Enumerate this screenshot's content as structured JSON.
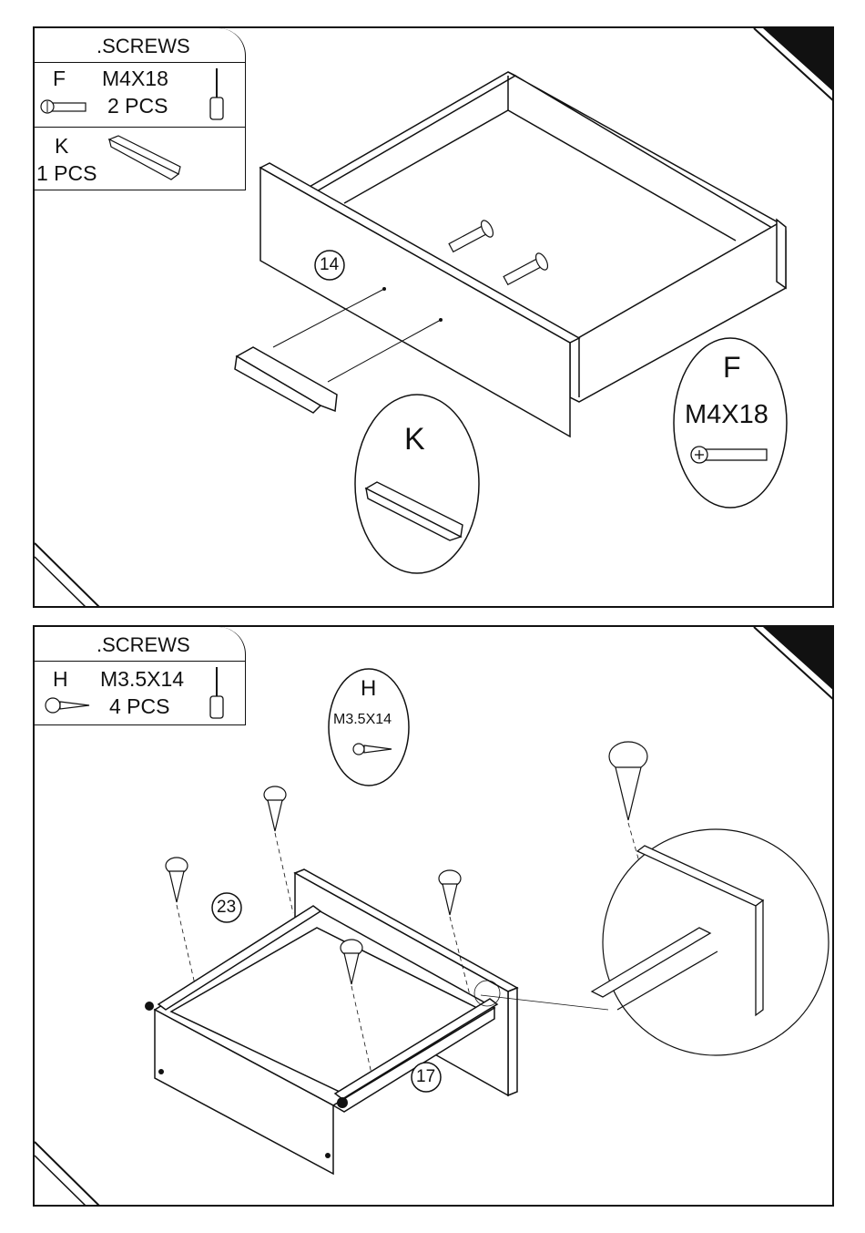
{
  "step1": {
    "parts_title": ".SCREWS",
    "screw_f": {
      "letter": "F",
      "size": "M4X18",
      "qty": "2 PCS"
    },
    "handle_k": {
      "letter": "K",
      "qty": "1 PCS"
    },
    "drawer_number": "14",
    "callout_k": {
      "letter": "K"
    },
    "callout_f": {
      "letter": "F",
      "size": "M4X18"
    }
  },
  "step2": {
    "parts_title": ".SCREWS",
    "screw_h": {
      "letter": "H",
      "size": "M3.5X14",
      "qty": "4 PCS"
    },
    "callout_h": {
      "letter": "H",
      "size": "M3.5X14"
    },
    "runner_number": "23",
    "drawer_number": "17"
  }
}
